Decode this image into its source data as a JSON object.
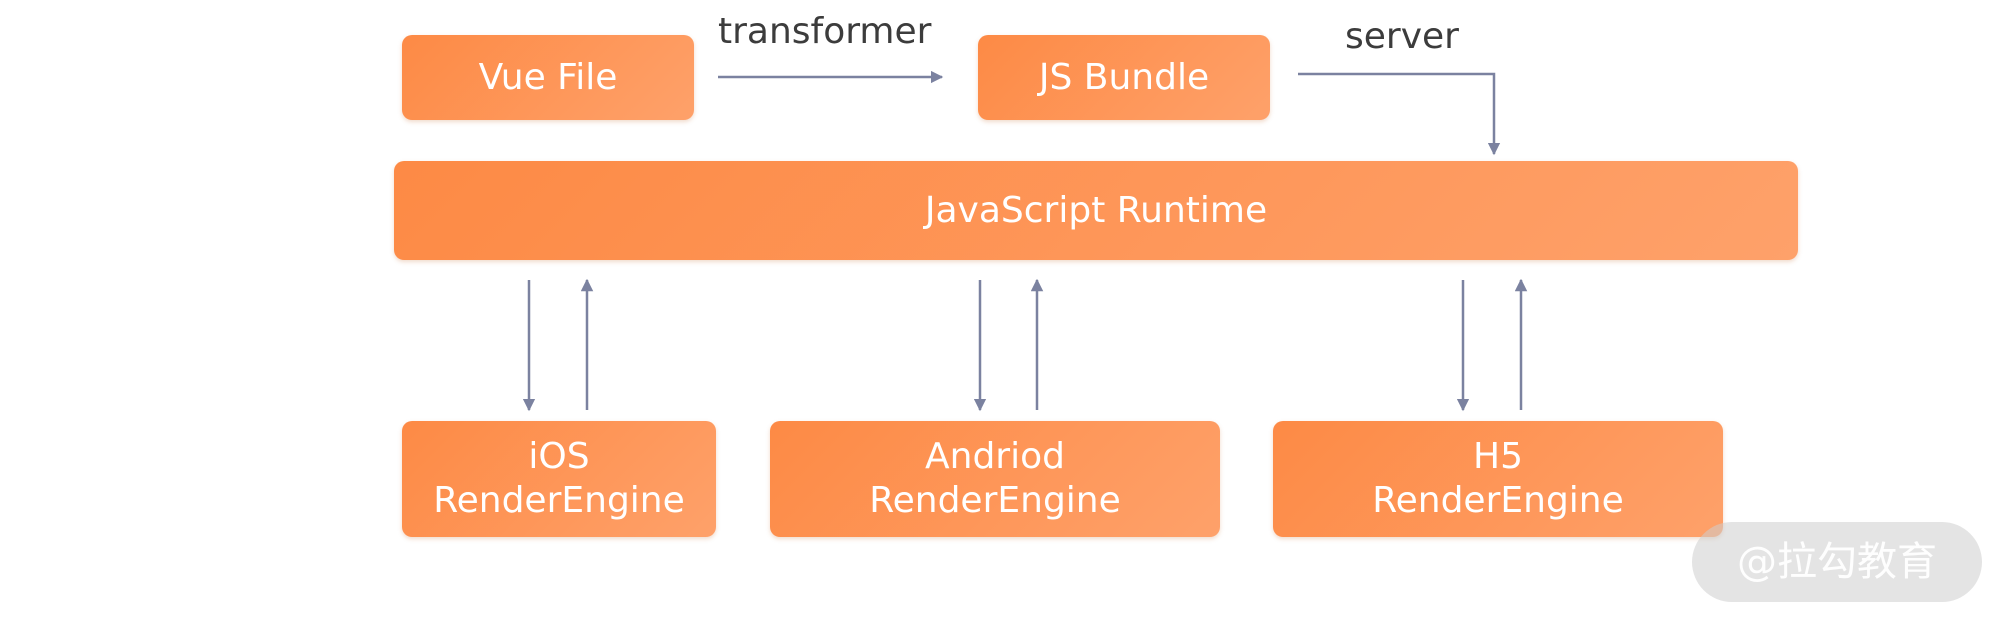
{
  "diagram": {
    "nodes": {
      "vue_file": "Vue File",
      "js_bundle": "JS Bundle",
      "runtime": "JavaScript Runtime",
      "ios": {
        "line1": "iOS",
        "line2": "RenderEngine"
      },
      "android": {
        "line1": "Andriod",
        "line2": "RenderEngine"
      },
      "h5": {
        "line1": "H5",
        "line2": "RenderEngine"
      }
    },
    "edge_labels": {
      "transformer": "transformer",
      "server": "server"
    },
    "colors": {
      "box_start": "#fd8a45",
      "box_end": "#fea16a",
      "arrow": "#7b82a0",
      "label_text": "#3c3c3c"
    }
  },
  "watermark": "@拉勾教育"
}
